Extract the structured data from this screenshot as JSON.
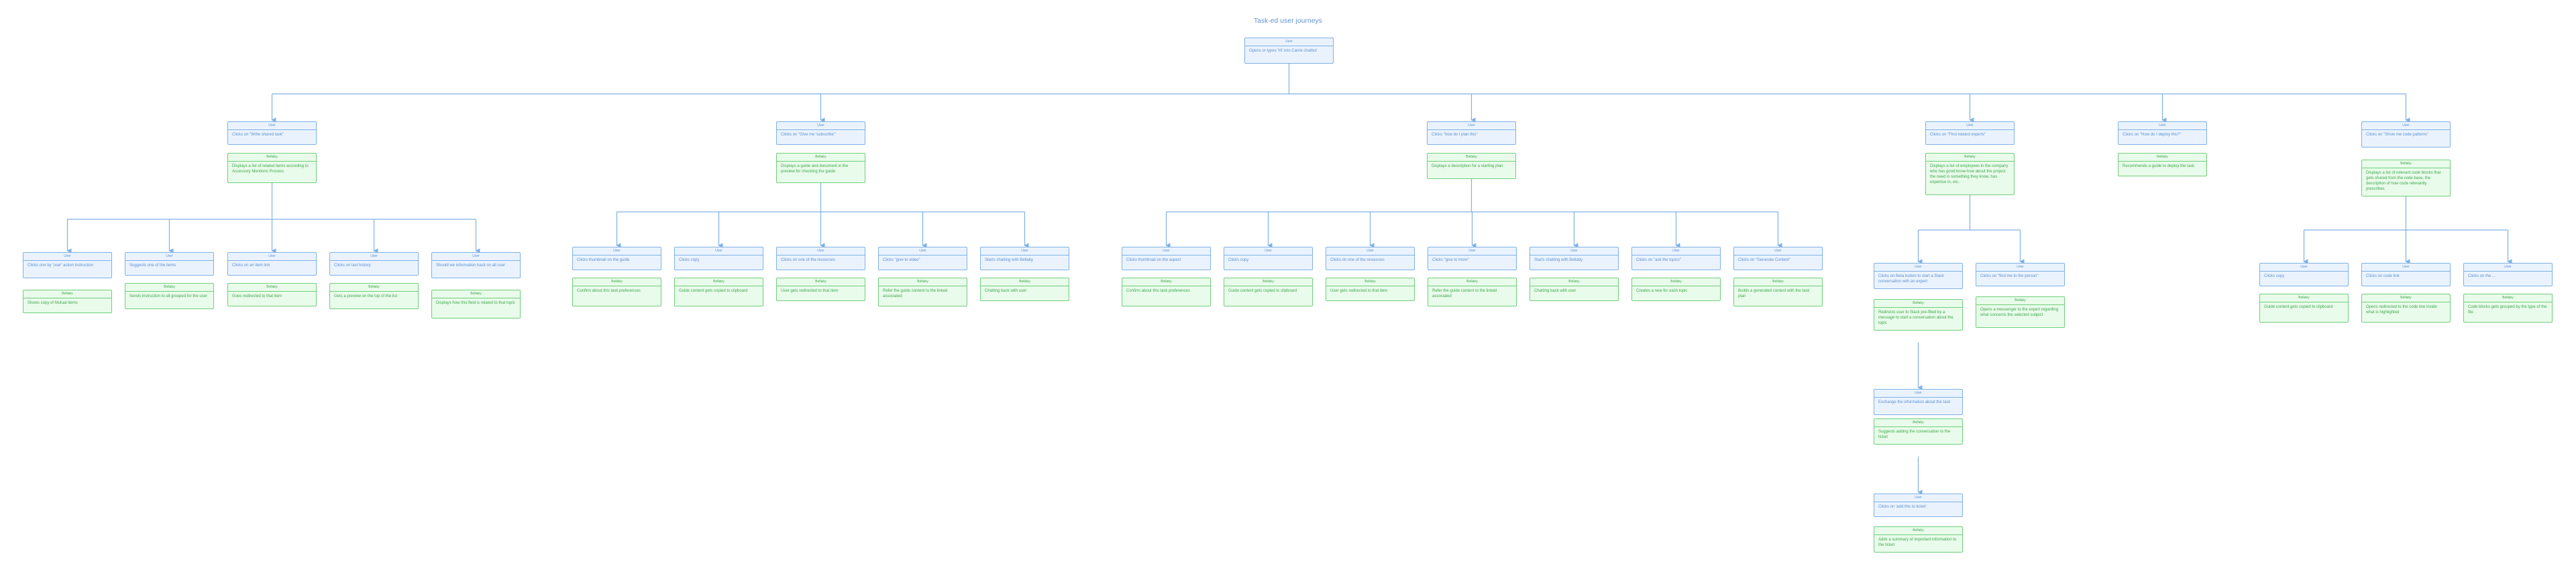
{
  "diagram": {
    "title": "Task-ed user journeys",
    "colors": {
      "user_fill": "#eaf3fd",
      "user_stroke": "#7fb1e6",
      "user_text": "#5b8fd1",
      "bot_fill": "#e9fbea",
      "bot_stroke": "#6fcf7b",
      "bot_text": "#3ea84e",
      "edge": "#7fb1e6"
    },
    "nodes": [
      {
        "id": "root",
        "role": "user",
        "header": "User",
        "text": "Opens or types 'Hi' into Carrie chatbot"
      },
      {
        "id": "a1",
        "role": "user",
        "header": "User",
        "text": "Clicks on \"Write shared task\""
      },
      {
        "id": "a2",
        "role": "bot",
        "header": "Bellaby",
        "text": "Displays a list of related items according to Accessory Mentions Process"
      },
      {
        "id": "a3",
        "role": "user",
        "header": "User",
        "text": "Clicks one by 'user' action instruction"
      },
      {
        "id": "a4",
        "role": "bot",
        "header": "Bellaby",
        "text": "Shows copy of Mutual items"
      },
      {
        "id": "a5",
        "role": "user",
        "header": "User",
        "text": "Suggests one of the items"
      },
      {
        "id": "a6",
        "role": "bot",
        "header": "Bellaby",
        "text": "Sends instruction to all grouped for the user"
      },
      {
        "id": "a7",
        "role": "user",
        "header": "User",
        "text": "Clicks on an item link"
      },
      {
        "id": "a8",
        "role": "bot",
        "header": "Bellaby",
        "text": "Goes redirected to that item"
      },
      {
        "id": "a9",
        "role": "user",
        "header": "User",
        "text": "Clicks on last history"
      },
      {
        "id": "a10",
        "role": "bot",
        "header": "Bellaby",
        "text": "Gets a preview on the top of the list"
      },
      {
        "id": "a11",
        "role": "user",
        "header": "User",
        "text": "Should we information back on all user"
      },
      {
        "id": "a12",
        "role": "bot",
        "header": "Bellaby",
        "text": "Displays how this field is related to that topic"
      },
      {
        "id": "b1",
        "role": "user",
        "header": "User",
        "text": "Clicks on \"Give me 'subscribe'\""
      },
      {
        "id": "b2",
        "role": "bot",
        "header": "Bellaby",
        "text": "Displays a guide and document in the preview for checking the guide"
      },
      {
        "id": "b3",
        "role": "user",
        "header": "User",
        "text": "Clicks thumbnail on the guide"
      },
      {
        "id": "b4",
        "role": "bot",
        "header": "Bellaby",
        "text": "Confirm about this task preferences"
      },
      {
        "id": "b5",
        "role": "user",
        "header": "User",
        "text": "Clicks copy"
      },
      {
        "id": "b6",
        "role": "bot",
        "header": "Bellaby",
        "text": "Guide content gets copied to clipboard"
      },
      {
        "id": "b7",
        "role": "user",
        "header": "User",
        "text": "Clicks on one of the resources"
      },
      {
        "id": "b8",
        "role": "bot",
        "header": "Bellaby",
        "text": "User gets redirected to that item"
      },
      {
        "id": "b9",
        "role": "user",
        "header": "User",
        "text": "Clicks \"give to video\""
      },
      {
        "id": "b10",
        "role": "bot",
        "header": "Bellaby",
        "text": "Refer the guide content to the linked associated"
      },
      {
        "id": "b11",
        "role": "user",
        "header": "User",
        "text": "Starts chatting with Bellaby"
      },
      {
        "id": "b12",
        "role": "bot",
        "header": "Bellaby",
        "text": "Chatting back with user"
      },
      {
        "id": "c1",
        "role": "user",
        "header": "User",
        "text": "Clicks \"how do I plan this\""
      },
      {
        "id": "c2",
        "role": "bot",
        "header": "Bellaby",
        "text": "Displays a description for a starting plan"
      },
      {
        "id": "c3",
        "role": "user",
        "header": "User",
        "text": "Clicks thumbnail on the aspect"
      },
      {
        "id": "c4",
        "role": "bot",
        "header": "Bellaby",
        "text": "Confirm about this task preferences"
      },
      {
        "id": "c5",
        "role": "user",
        "header": "User",
        "text": "Clicks copy"
      },
      {
        "id": "c6",
        "role": "bot",
        "header": "Bellaby",
        "text": "Guide content gets copied to clipboard"
      },
      {
        "id": "c7",
        "role": "user",
        "header": "User",
        "text": "Clicks on one of the resources"
      },
      {
        "id": "c8",
        "role": "bot",
        "header": "Bellaby",
        "text": "User gets redirected to that item"
      },
      {
        "id": "c9",
        "role": "user",
        "header": "User",
        "text": "Clicks \"give to more\""
      },
      {
        "id": "c10",
        "role": "bot",
        "header": "Bellaby",
        "text": "Refer the guide content to the linked associated"
      },
      {
        "id": "c11",
        "role": "user",
        "header": "User",
        "text": "Starts chatting with Bellaby"
      },
      {
        "id": "c12",
        "role": "bot",
        "header": "Bellaby",
        "text": "Chatting back with user"
      },
      {
        "id": "c13",
        "role": "user",
        "header": "User",
        "text": "Clicks on \"ask the topics\""
      },
      {
        "id": "c14",
        "role": "bot",
        "header": "Bellaby",
        "text": "Creates a new for each topic"
      },
      {
        "id": "c15",
        "role": "user",
        "header": "User",
        "text": "Clicks on \"Generate Content\""
      },
      {
        "id": "c16",
        "role": "bot",
        "header": "Bellaby",
        "text": "Builds a generated content with the task plan"
      },
      {
        "id": "d1",
        "role": "user",
        "header": "User",
        "text": "Clicks on \"Find related experts\""
      },
      {
        "id": "d2",
        "role": "bot",
        "header": "Bellaby",
        "text": "Displays a list of employees in the company who has good know-how about the project the need is something they know, has expertise in, etc."
      },
      {
        "id": "d3",
        "role": "user",
        "header": "User",
        "text": "Clicks on Beta button to start a Slack conversation with an expert"
      },
      {
        "id": "d4",
        "role": "bot",
        "header": "Bellaby",
        "text": "Redirects user to Slack pre-filled by a message to start a conversation about the topic"
      },
      {
        "id": "d5",
        "role": "user",
        "header": "User",
        "text": "Clicks on \"find me to the person\""
      },
      {
        "id": "d6",
        "role": "bot",
        "header": "Bellaby",
        "text": "Opens a messenger to the expert regarding what concerns the selected subject"
      },
      {
        "id": "d7",
        "role": "user",
        "header": "User",
        "text": "Exchange the information about the task"
      },
      {
        "id": "d8",
        "role": "bot",
        "header": "Bellaby",
        "text": "Suggests adding the conversation to the ticket"
      },
      {
        "id": "d9",
        "role": "user",
        "header": "User",
        "text": "Clicks on 'add this to ticket'"
      },
      {
        "id": "d10",
        "role": "bot",
        "header": "Bellaby",
        "text": "Adds a summary of important information to the ticket"
      },
      {
        "id": "e1",
        "role": "user",
        "header": "User",
        "text": "Clicks on \"How do I deploy this?\""
      },
      {
        "id": "e2",
        "role": "bot",
        "header": "Bellaby",
        "text": "Recommends a guide to deploy the task"
      },
      {
        "id": "f1",
        "role": "user",
        "header": "User",
        "text": "Clicks on \"Show me code patterns\""
      },
      {
        "id": "f2",
        "role": "bot",
        "header": "Bellaby",
        "text": "Displays a list of relevant code blocks that gets shared from the code base, the description of how code relevantly prescribes"
      },
      {
        "id": "f3",
        "role": "user",
        "header": "User",
        "text": "Clicks copy"
      },
      {
        "id": "f4",
        "role": "bot",
        "header": "Bellaby",
        "text": "Guide content gets copied to clipboard"
      },
      {
        "id": "f5",
        "role": "user",
        "header": "User",
        "text": "Clicks on code link"
      },
      {
        "id": "f6",
        "role": "bot",
        "header": "Bellaby",
        "text": "Opens redirected to the code line inside what is highlighted"
      },
      {
        "id": "f7",
        "role": "user",
        "header": "User",
        "text": "Clicks on the ..."
      },
      {
        "id": "f8",
        "role": "bot",
        "header": "Bellaby",
        "text": "Code blocks gets grouped by the type of the file"
      }
    ]
  }
}
